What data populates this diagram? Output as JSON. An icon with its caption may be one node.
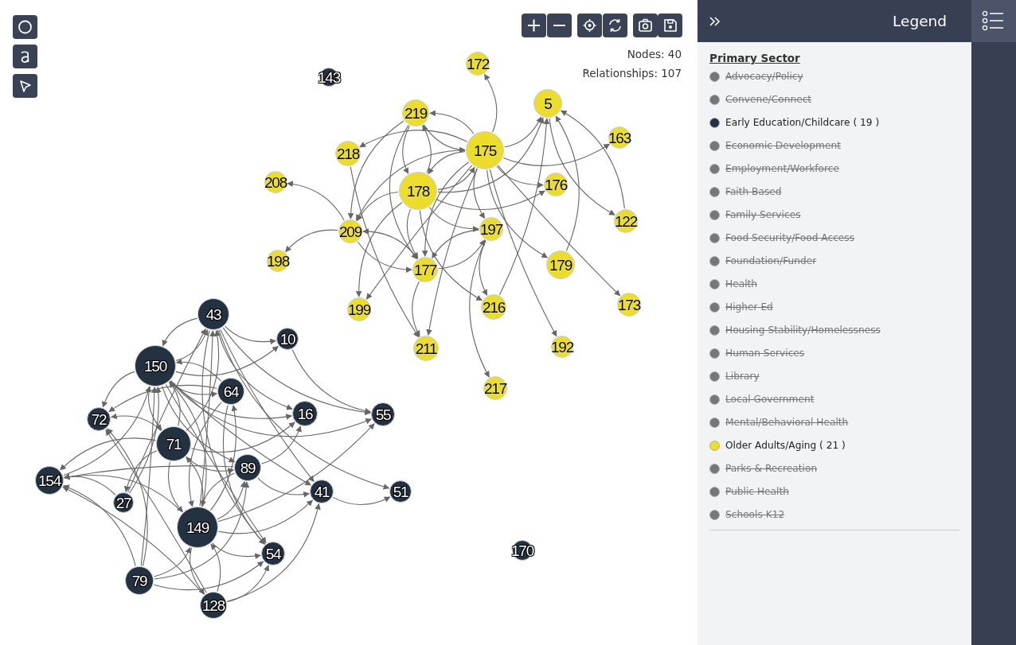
{
  "diagram": {
    "nodes": [
      {
        "text": [
          "172"
        ]
      },
      {
        "text": [
          "143"
        ]
      },
      {
        "text": [
          "5"
        ]
      },
      {
        "text": [
          "219"
        ]
      },
      {
        "text": [
          "163"
        ]
      },
      {
        "text": [
          "175"
        ]
      },
      {
        "text": [
          "218"
        ]
      },
      {
        "text": [
          "208"
        ]
      },
      {
        "text": [
          "176"
        ]
      },
      {
        "text": [
          "178"
        ]
      },
      {
        "text": [
          "122"
        ]
      },
      {
        "text": [
          "197"
        ]
      },
      {
        "text": [
          "209"
        ]
      },
      {
        "text": [
          "198"
        ]
      },
      {
        "text": [
          "179"
        ]
      },
      {
        "text": [
          "177"
        ]
      },
      {
        "text": [
          "173"
        ]
      },
      {
        "text": [
          "216"
        ]
      },
      {
        "text": [
          "199"
        ]
      },
      {
        "text": [
          "43"
        ]
      },
      {
        "text": [
          "10"
        ]
      },
      {
        "text": [
          "192"
        ]
      },
      {
        "text": [
          "211"
        ]
      },
      {
        "text": [
          "150"
        ]
      },
      {
        "text": [
          "217"
        ]
      },
      {
        "text": [
          "64"
        ]
      },
      {
        "text": [
          "16"
        ]
      },
      {
        "text": [
          "55"
        ]
      },
      {
        "text": [
          "72"
        ]
      },
      {
        "text": [
          "71"
        ]
      },
      {
        "text": [
          "89"
        ]
      },
      {
        "text": [
          "154"
        ]
      },
      {
        "text": [
          "41"
        ]
      },
      {
        "text": [
          "51"
        ]
      },
      {
        "text": [
          "27"
        ]
      },
      {
        "text": [
          "149"
        ]
      },
      {
        "text": [
          "170"
        ]
      },
      {
        "text": [
          "54"
        ]
      },
      {
        "text": [
          "79"
        ]
      },
      {
        "text": [
          "128"
        ]
      }
    ],
    "edges": [
      {
        "from": 5,
        "to": 0,
        "arrow": "to"
      },
      {
        "from": 5,
        "to": 2,
        "arrow": "to"
      },
      {
        "from": 9,
        "to": 2,
        "arrow": "to"
      },
      {
        "from": 5,
        "to": 4,
        "arrow": "to"
      },
      {
        "from": 2,
        "to": 10,
        "arrow": "to"
      },
      {
        "from": 10,
        "to": 2,
        "arrow": "to"
      },
      {
        "from": 14,
        "to": 2,
        "arrow": "to"
      },
      {
        "from": 17,
        "to": 2,
        "arrow": "to"
      },
      {
        "from": 5,
        "to": 8,
        "arrow": "to"
      },
      {
        "from": 9,
        "to": 8,
        "arrow": "to"
      },
      {
        "from": 3,
        "to": 5,
        "arrow": "to"
      },
      {
        "from": 5,
        "to": 3,
        "arrow": "to"
      },
      {
        "from": 9,
        "to": 3,
        "arrow": "to"
      },
      {
        "from": 3,
        "to": 9,
        "arrow": "to"
      },
      {
        "from": 5,
        "to": 6,
        "arrow": "to"
      },
      {
        "from": 9,
        "to": 12,
        "arrow": "to"
      },
      {
        "from": 5,
        "to": 12,
        "arrow": "to"
      },
      {
        "from": 3,
        "to": 12,
        "arrow": "to"
      },
      {
        "from": 15,
        "to": 12,
        "arrow": "to"
      },
      {
        "from": 12,
        "to": 7,
        "arrow": "to"
      },
      {
        "from": 12,
        "to": 13,
        "arrow": "to"
      },
      {
        "from": 12,
        "to": 15,
        "arrow": "to"
      },
      {
        "from": 5,
        "to": 9,
        "arrow": "to"
      },
      {
        "from": 9,
        "to": 5,
        "arrow": "to"
      },
      {
        "from": 9,
        "to": 11,
        "arrow": "to"
      },
      {
        "from": 5,
        "to": 11,
        "arrow": "to"
      },
      {
        "from": 15,
        "to": 11,
        "arrow": "to"
      },
      {
        "from": 11,
        "to": 15,
        "arrow": "to"
      },
      {
        "from": 5,
        "to": 14,
        "arrow": "to"
      },
      {
        "from": 5,
        "to": 16,
        "arrow": "to"
      },
      {
        "from": 5,
        "to": 21,
        "arrow": "to"
      },
      {
        "from": 11,
        "to": 17,
        "arrow": "to"
      },
      {
        "from": 9,
        "to": 17,
        "arrow": "to"
      },
      {
        "from": 11,
        "to": 24,
        "arrow": "to"
      },
      {
        "from": 5,
        "to": 18,
        "arrow": "to"
      },
      {
        "from": 9,
        "to": 18,
        "arrow": "to"
      },
      {
        "from": 6,
        "to": 22,
        "arrow": "to"
      },
      {
        "from": 15,
        "to": 22,
        "arrow": "to"
      },
      {
        "from": 5,
        "to": 22,
        "arrow": "to"
      },
      {
        "from": 9,
        "to": 15,
        "arrow": "to"
      },
      {
        "from": 3,
        "to": 15,
        "arrow": "to"
      },
      {
        "from": 5,
        "to": 15,
        "arrow": "to"
      },
      {
        "from": 23,
        "to": 19,
        "arrow": "to"
      },
      {
        "from": 29,
        "to": 19,
        "arrow": "to"
      },
      {
        "from": 35,
        "to": 19,
        "arrow": "to"
      },
      {
        "from": 19,
        "to": 23,
        "arrow": "to"
      },
      {
        "from": 19,
        "to": 20,
        "arrow": "to"
      },
      {
        "from": 19,
        "to": 26,
        "arrow": "to"
      },
      {
        "from": 19,
        "to": 32,
        "arrow": "to"
      },
      {
        "from": 19,
        "to": 33,
        "arrow": "to"
      },
      {
        "from": 19,
        "to": 37,
        "arrow": "to"
      },
      {
        "from": 19,
        "to": 27,
        "arrow": "to"
      },
      {
        "from": 23,
        "to": 25,
        "arrow": "to"
      },
      {
        "from": 23,
        "to": 27,
        "arrow": "to"
      },
      {
        "from": 23,
        "to": 26,
        "arrow": "to"
      },
      {
        "from": 23,
        "to": 28,
        "arrow": "to"
      },
      {
        "from": 23,
        "to": 29,
        "arrow": "to"
      },
      {
        "from": 23,
        "to": 30,
        "arrow": "to"
      },
      {
        "from": 23,
        "to": 32,
        "arrow": "to"
      },
      {
        "from": 23,
        "to": 37,
        "arrow": "to"
      },
      {
        "from": 23,
        "to": 20,
        "arrow": "to"
      },
      {
        "from": 20,
        "to": 27,
        "arrow": "to"
      },
      {
        "from": 25,
        "to": 35,
        "arrow": "to"
      },
      {
        "from": 25,
        "to": 37,
        "arrow": "to"
      },
      {
        "from": 25,
        "to": 23,
        "arrow": "to"
      },
      {
        "from": 25,
        "to": 28,
        "arrow": "to"
      },
      {
        "from": 29,
        "to": 23,
        "arrow": "to"
      },
      {
        "from": 29,
        "to": 28,
        "arrow": "to"
      },
      {
        "from": 29,
        "to": 26,
        "arrow": "to"
      },
      {
        "from": 29,
        "to": 30,
        "arrow": "to"
      },
      {
        "from": 29,
        "to": 31,
        "arrow": "to"
      },
      {
        "from": 29,
        "to": 34,
        "arrow": "to"
      },
      {
        "from": 29,
        "to": 35,
        "arrow": "to"
      },
      {
        "from": 30,
        "to": 26,
        "arrow": "to"
      },
      {
        "from": 30,
        "to": 32,
        "arrow": "to"
      },
      {
        "from": 30,
        "to": 35,
        "arrow": "to"
      },
      {
        "from": 30,
        "to": 31,
        "arrow": "to"
      },
      {
        "from": 35,
        "to": 23,
        "arrow": "to"
      },
      {
        "from": 35,
        "to": 29,
        "arrow": "to"
      },
      {
        "from": 35,
        "to": 27,
        "arrow": "to"
      },
      {
        "from": 35,
        "to": 32,
        "arrow": "to"
      },
      {
        "from": 35,
        "to": 37,
        "arrow": "to"
      },
      {
        "from": 35,
        "to": 39,
        "arrow": "to"
      },
      {
        "from": 35,
        "to": 31,
        "arrow": "to"
      },
      {
        "from": 35,
        "to": 30,
        "arrow": "to"
      },
      {
        "from": 35,
        "to": 25,
        "arrow": "to"
      },
      {
        "from": 38,
        "to": 35,
        "arrow": "to"
      },
      {
        "from": 38,
        "to": 31,
        "arrow": "to"
      },
      {
        "from": 38,
        "to": 28,
        "arrow": "to"
      },
      {
        "from": 38,
        "to": 37,
        "arrow": "to"
      },
      {
        "from": 38,
        "to": 30,
        "arrow": "to"
      },
      {
        "from": 38,
        "to": 23,
        "arrow": "to"
      },
      {
        "from": 39,
        "to": 35,
        "arrow": "to"
      },
      {
        "from": 39,
        "to": 37,
        "arrow": "to"
      },
      {
        "from": 39,
        "to": 32,
        "arrow": "to"
      },
      {
        "from": 39,
        "to": 31,
        "arrow": "to"
      },
      {
        "from": 39,
        "to": 28,
        "arrow": "to"
      },
      {
        "from": 32,
        "to": 33,
        "arrow": "to"
      },
      {
        "from": 34,
        "to": 31,
        "arrow": "to"
      },
      {
        "from": 34,
        "to": 23,
        "arrow": "to"
      },
      {
        "from": 34,
        "to": 19,
        "arrow": "to"
      },
      {
        "from": 31,
        "to": 23,
        "arrow": "to"
      }
    ],
    "labels": [
      "Nodes: 40",
      "Relationships: 107",
      "Legend",
      "Primary Sector"
    ],
    "legend": [
      {
        "text": "Advocacy/Policy",
        "color": "#777777"
      },
      {
        "text": "Convene/Connect",
        "color": "#777777"
      },
      {
        "text": "Early Education/Childcare ( 19 )",
        "color": "#243141"
      },
      {
        "text": "Economic Development",
        "color": "#777777"
      },
      {
        "text": "Employment/Workforce",
        "color": "#777777"
      },
      {
        "text": "Faith Based",
        "color": "#777777"
      },
      {
        "text": "Family Services",
        "color": "#777777"
      },
      {
        "text": "Food Security/Food Access",
        "color": "#777777"
      },
      {
        "text": "Foundation/Funder",
        "color": "#777777"
      },
      {
        "text": "Health",
        "color": "#777777"
      },
      {
        "text": "Higher Ed",
        "color": "#777777"
      },
      {
        "text": "Housing Stability/Homelessness",
        "color": "#777777"
      },
      {
        "text": "Human Services",
        "color": "#777777"
      },
      {
        "text": "Library",
        "color": "#777777"
      },
      {
        "text": "Local Government",
        "color": "#777777"
      },
      {
        "text": "Mental/Behavioral Health",
        "color": "#777777"
      },
      {
        "text": "Older Adults/Aging ( 21 )",
        "color": "#ecdc2c"
      },
      {
        "text": "Parks & Recreation",
        "color": "#777777"
      },
      {
        "text": "Public Health",
        "color": "#777777"
      },
      {
        "text": "Schools K12",
        "color": "#777777"
      }
    ]
  }
}
